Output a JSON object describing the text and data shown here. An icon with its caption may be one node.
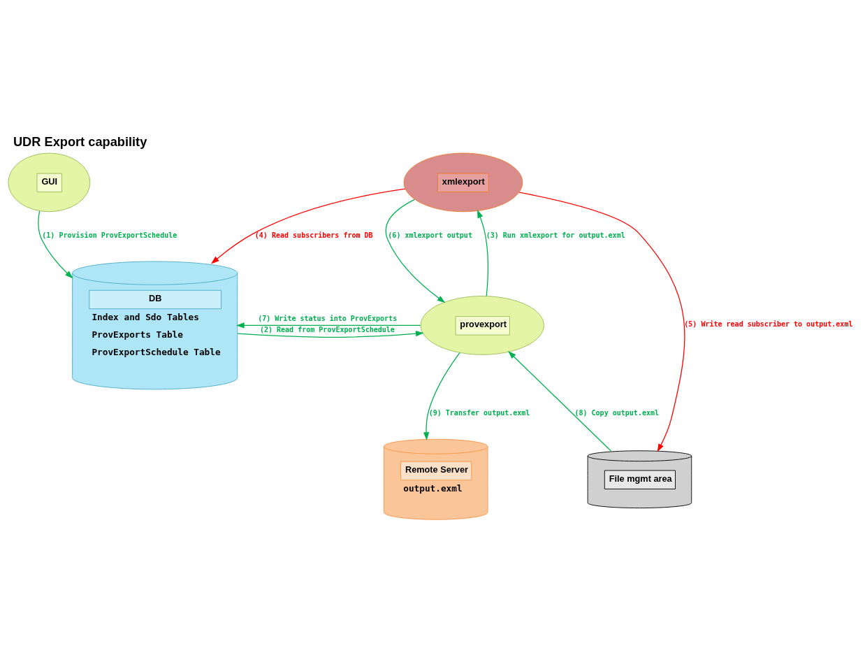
{
  "diagram": {
    "title": "UDR Export capability",
    "nodes": [
      {
        "text": [
          "xmlexport"
        ]
      },
      {
        "text": [
          "GUI"
        ]
      },
      {
        "text": [
          "DB",
          "Index and Sdo Tables",
          "ProvExports Table",
          "ProvExportSchedule Table"
        ]
      },
      {
        "text": [
          "provexport"
        ]
      },
      {
        "text": [
          "File mgmt area"
        ]
      },
      {
        "text": [
          "Remote Server",
          "output.exml"
        ]
      }
    ],
    "edges": [
      {
        "from": 1,
        "to": 2,
        "arrow": "to",
        "label": "(1) Provision ProvExportSchedule"
      },
      {
        "from": 2,
        "to": 3,
        "arrow": "to",
        "label": "(2) Read from ProvExportSchedule"
      },
      {
        "from": 3,
        "to": 0,
        "arrow": "to",
        "label": "(3) Run xmlexport for output.exml"
      },
      {
        "from": 0,
        "to": 2,
        "arrow": "to",
        "label": "(4) Read subscribers from DB",
        "color": "#ff0000"
      },
      {
        "from": 0,
        "to": 4,
        "arrow": "to",
        "label": "(5) Write read subscriber to output.exml",
        "color": "#ff0000"
      },
      {
        "from": 0,
        "to": 3,
        "arrow": "to",
        "label": "(6) xmlexport output"
      },
      {
        "from": 3,
        "to": 2,
        "arrow": "to",
        "label": "(7) Write status into ProvExports"
      },
      {
        "from": 4,
        "to": 3,
        "arrow": "to",
        "label": "(8) Copy output.exml"
      },
      {
        "from": 3,
        "to": 5,
        "arrow": "to",
        "label": "(9) Transfer output.exml"
      }
    ]
  }
}
